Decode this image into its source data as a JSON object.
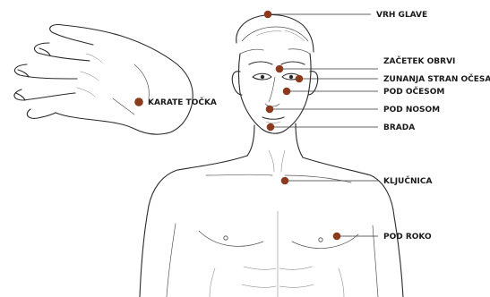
{
  "colors": {
    "point": "#8b3a1e",
    "line": "#333333",
    "ink": "#2b2b2b"
  },
  "points": [
    {
      "key": "vrh_glave",
      "label": "VRH GLAVE"
    },
    {
      "key": "zacetek_obrvi",
      "label": "ZAČETEK OBRVI"
    },
    {
      "key": "zunanja_stran_ocesa",
      "label": "ZUNANJA STRAN OČESA"
    },
    {
      "key": "pod_ocesom",
      "label": "POD OČESOM"
    },
    {
      "key": "pod_nosom",
      "label": "POD NOSOM"
    },
    {
      "key": "brada",
      "label": "BRADA"
    },
    {
      "key": "kljucnica",
      "label": "KLJUČNICA"
    },
    {
      "key": "pod_roko",
      "label": "POD ROKO"
    },
    {
      "key": "karate_tocka",
      "label": "KARATE TOČKA"
    }
  ]
}
